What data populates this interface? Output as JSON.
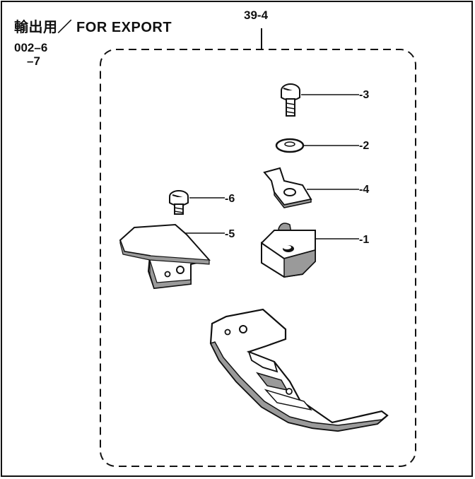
{
  "header": {
    "title": "輸出用／ FOR EXPORT",
    "model_codes": [
      "002–6",
      "–7"
    ]
  },
  "assembly": {
    "code": "39-4"
  },
  "parts": [
    {
      "id": "part-3",
      "label": "-3",
      "name": "screw"
    },
    {
      "id": "part-2",
      "label": "-2",
      "name": "washer"
    },
    {
      "id": "part-4",
      "label": "-4",
      "name": "plate"
    },
    {
      "id": "part-6",
      "label": "-6",
      "name": "small screw"
    },
    {
      "id": "part-5",
      "label": "-5",
      "name": "guide plate"
    },
    {
      "id": "part-1",
      "label": "-1",
      "name": "block"
    }
  ],
  "colors": {
    "ink": "#111111",
    "paper": "#ffffff",
    "shade": "#9a9a9a"
  }
}
